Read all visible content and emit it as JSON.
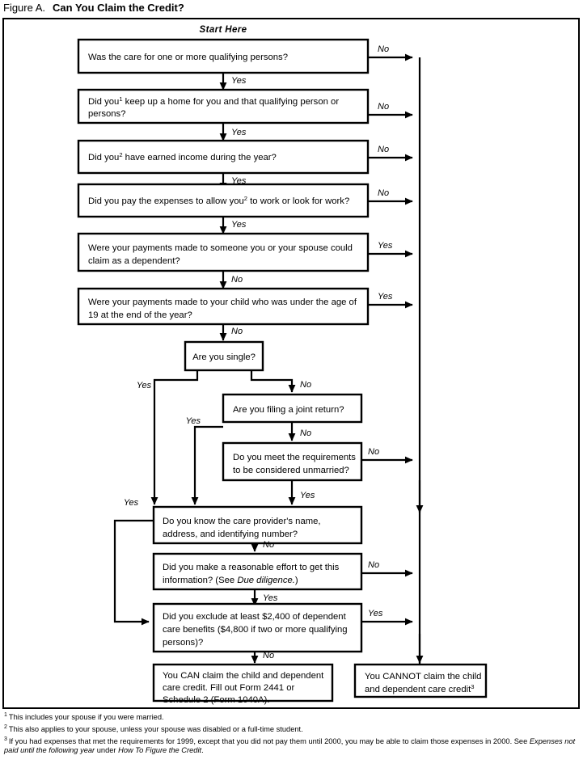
{
  "figure": {
    "label": "Figure A.",
    "title": "Can You Claim the Credit?",
    "start_label": "Start Here"
  },
  "nodes": {
    "q1": {
      "lines": [
        "Was the care for one or more qualifying persons?"
      ]
    },
    "q2": {
      "lines": [
        "Did you¹ keep up a home for you and that qualifying person or",
        "persons?"
      ]
    },
    "q3": {
      "lines": [
        "Did you² have earned income during the year?"
      ]
    },
    "q4": {
      "lines": [
        "Did you pay the expenses to allow you² to work or look for work?"
      ]
    },
    "q5": {
      "lines": [
        "Were your payments made to someone you or your spouse could",
        "claim as a dependent?"
      ]
    },
    "q6": {
      "lines": [
        "Were your payments made to your child who was under the age of",
        "19 at the end of the year?"
      ]
    },
    "q7": {
      "lines": [
        "Are you single?"
      ]
    },
    "q8": {
      "lines": [
        "Are you filing a joint return?"
      ]
    },
    "q9": {
      "lines": [
        "Do you meet the requirements",
        "to be considered unmarried?"
      ]
    },
    "q10": {
      "lines": [
        "Do you know the care provider's name,",
        "address, and identifying number?"
      ]
    },
    "q11": {
      "lines": [
        "Did you make a reasonable effort to get this",
        "information? (See Due diligence.)"
      ]
    },
    "q12": {
      "lines": [
        "Did you exclude at least $2,400 of dependent",
        "care benefits ($4,800 if two or more qualifying",
        "persons)?"
      ]
    },
    "can": {
      "lines": [
        "You CAN claim the child and dependent",
        "care credit. Fill out Form 2441 or",
        "Schedule 2 (Form 1040A)."
      ]
    },
    "cannot": {
      "lines": [
        "You CANNOT claim the child",
        "and dependent care credit³"
      ]
    }
  },
  "edge_labels": {
    "q1_no": "No",
    "q1_yes": "Yes",
    "q2_no": "No",
    "q2_yes": "Yes",
    "q3_no": "No",
    "q3_yes": "Yes",
    "q4_no": "No",
    "q4_yes": "Yes",
    "q5_yes": "Yes",
    "q5_no": "No",
    "q6_yes": "Yes",
    "q6_no": "No",
    "q7_yes": "Yes",
    "q7_no": "No",
    "q8_yes": "Yes",
    "q8_no": "No",
    "q9_no": "No",
    "q9_yes": "Yes",
    "q10_yes": "Yes",
    "q10_no": "No",
    "q11_no": "No",
    "q11_yes": "Yes",
    "q12_yes": "Yes",
    "q12_no": "No"
  },
  "footnotes": [
    {
      "marker": "1",
      "text": "This includes your spouse if you were married.",
      "italic_tail": ""
    },
    {
      "marker": "2",
      "text": "This also applies to your spouse, unless your spouse was disabled or a full-time student.",
      "italic_tail": ""
    },
    {
      "marker": "3",
      "text": "If you had expenses that met the requirements for 1999, except that you did not pay them until 2000, you may be able to claim those expenses in 2000. See ",
      "italic_tail": "Expenses not paid until the following year",
      "mid": " under ",
      "italic_tail2": "How To Figure the Credit",
      "end": "."
    }
  ],
  "colors": {
    "ink": "#000000",
    "paper": "#ffffff"
  }
}
